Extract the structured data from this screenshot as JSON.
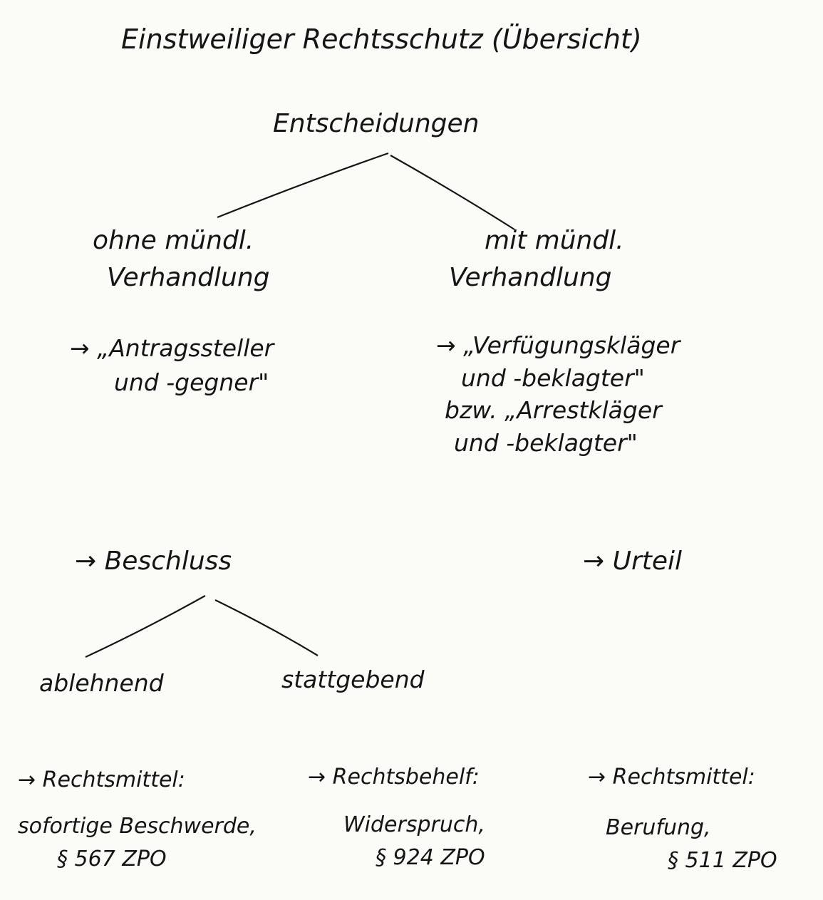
{
  "title": "Einstweiliger Rechtsschutz (Übersicht)",
  "root": "Entscheidungen",
  "left_branch": {
    "line1": "ohne mündl.",
    "line2": "Verhandlung",
    "parties_line1": "→ „Antragssteller",
    "parties_line2": "und -gegner\"",
    "result": "→ Beschluss",
    "outcomes": {
      "reject": {
        "label": "ablehnend",
        "remedy_type": "→ Rechtsmittel:",
        "remedy_line1": "sofortige Beschwerde,",
        "remedy_line2": "§ 567 ZPO"
      },
      "grant": {
        "label": "stattgebend",
        "remedy_type": "→ Rechtsbehelf:",
        "remedy_line1": "Widerspruch,",
        "remedy_line2": "§ 924 ZPO"
      }
    }
  },
  "right_branch": {
    "line1": "mit mündl.",
    "line2": "Verhandlung",
    "parties_line1": "→ „Verfügungskläger",
    "parties_line2": "und -beklagter\"",
    "parties_line3": "bzw. „Arrestkläger",
    "parties_line4": "und -beklagter\"",
    "result": "→ Urteil",
    "remedy_type": "→ Rechtsmittel:",
    "remedy_line1": "Berufung,",
    "remedy_line2": "§ 511 ZPO"
  }
}
